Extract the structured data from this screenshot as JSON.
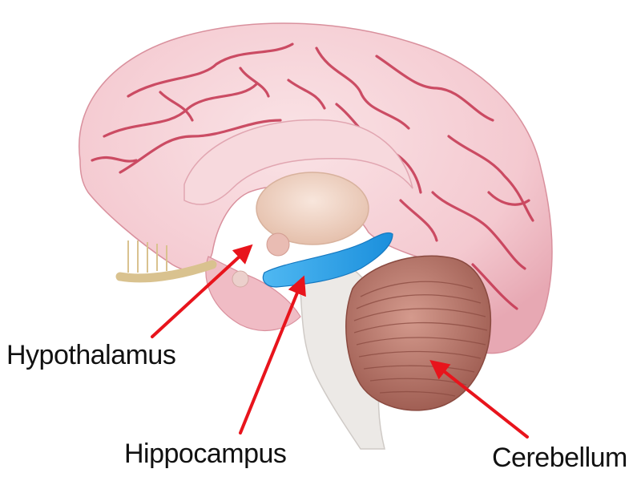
{
  "labels": {
    "hypothalamus": "Hypothalamus",
    "hippocampus": "Hippocampus",
    "cerebellum": "Cerebellum"
  },
  "colors": {
    "background": "#ffffff",
    "cortex": "#f4c9d0",
    "cortex_shadow": "#e7a8b3",
    "sulci": "#c4344f",
    "hippocampus": "#2aa0e8",
    "cerebellum": "#b57366",
    "brainstem": "#ece9e6",
    "olfactory_nerve": "#d9c28f",
    "thalamus": "#f2d6c6",
    "arrow": "#e8141c",
    "label_text": "#111111"
  },
  "icons": {
    "arrow": "red-arrow-pointer"
  }
}
